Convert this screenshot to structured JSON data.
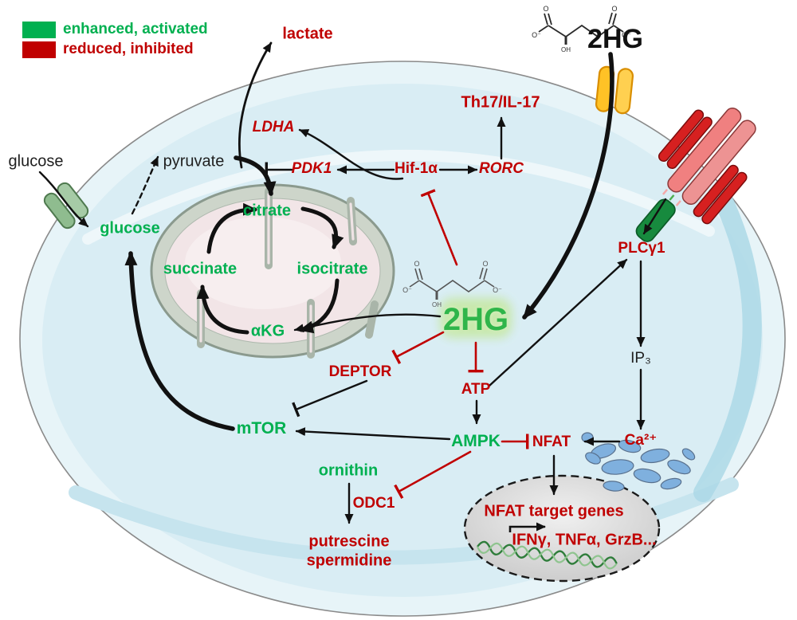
{
  "colors": {
    "enhanced_green": "#00B050",
    "inhibited_red": "#C00000",
    "black_text": "#1f1f1f",
    "cell_fill": "#D9EDF4",
    "cell_rim": "#E7F4F8",
    "hg_glow": "#C7E8A8",
    "hg_text_green": "#2FB54A",
    "mito_membrane": "#8B9A8E",
    "mito_matrix": "#F2E5E7",
    "channel_orange": "#FFC226",
    "glut_green": "#8FBC8F",
    "tcr_red": "#D62020",
    "tcr_salmon": "#F08080",
    "tcr_zeta_green": "#178A3E",
    "er_blue": "#7FB0DE",
    "nucleus_gray": "#D4D4D4"
  },
  "legend": {
    "items": [
      {
        "label": "enhanced, activated",
        "color": "#00B050"
      },
      {
        "label": "reduced, inhibited",
        "color": "#C00000"
      }
    ]
  },
  "molecule": {
    "name": "2HG",
    "o": "O",
    "o_minus": "O⁻",
    "oh": "OH"
  },
  "nodes": {
    "glucose_ext": {
      "label": "glucose"
    },
    "glucose_in": {
      "label": "glucose"
    },
    "pyruvate": {
      "label": "pyruvate"
    },
    "lactate": {
      "label": "lactate"
    },
    "ldha": {
      "label": "LDHA"
    },
    "pdk1": {
      "label": "PDK1"
    },
    "hif1a": {
      "label": "Hif-1α"
    },
    "rorc": {
      "label": "RORC"
    },
    "th17": {
      "label": "Th17/IL-17"
    },
    "hg2_top": {
      "label": "2HG"
    },
    "hg2": {
      "label": "2HG"
    },
    "citrate": {
      "label": "citrate"
    },
    "isocitrate": {
      "label": "isocitrate"
    },
    "succinate": {
      "label": "succinate"
    },
    "akg": {
      "label": "αKG"
    },
    "deptor": {
      "label": "DEPTOR"
    },
    "atp": {
      "label": "ATP"
    },
    "mtor": {
      "label": "mTOR"
    },
    "ampk": {
      "label": "AMPK"
    },
    "nfat": {
      "label": "NFAT"
    },
    "plcg1": {
      "label": "PLCγ1"
    },
    "ip3": {
      "label": "IP₃"
    },
    "ca2": {
      "label": "Ca²⁺"
    },
    "ornithin": {
      "label": "ornithin"
    },
    "odc1": {
      "label": "ODC1"
    },
    "putrescine": {
      "label": "putrescine"
    },
    "spermidine": {
      "label": "spermidine"
    },
    "nfat_target_genes": {
      "label": "NFAT target genes"
    },
    "cytokines": {
      "label": "IFNγ, TNFα, GrzB..."
    }
  }
}
